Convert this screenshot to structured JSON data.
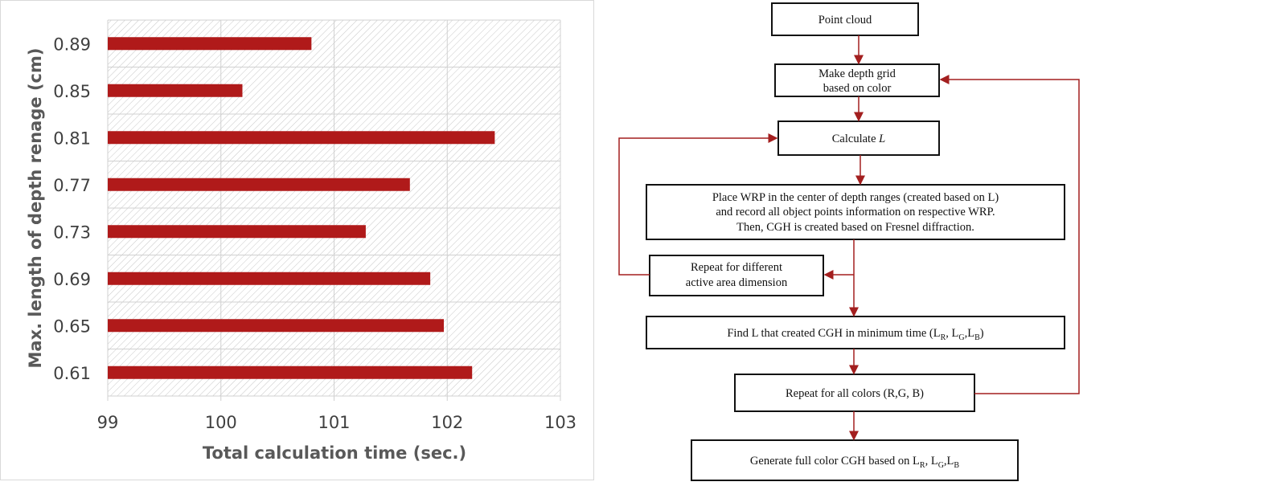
{
  "chart_data": {
    "type": "bar",
    "orientation": "horizontal",
    "categories": [
      "0.61",
      "0.65",
      "0.69",
      "0.73",
      "0.77",
      "0.81",
      "0.85",
      "0.89"
    ],
    "values": [
      102.22,
      101.97,
      101.85,
      101.28,
      101.67,
      102.42,
      100.19,
      100.8
    ],
    "xlabel": "Total calculation time (sec.)",
    "ylabel": "Max. length of depth renage (cm)",
    "xlim": [
      99,
      103
    ],
    "xticks": [
      "99",
      "100",
      "101",
      "102",
      "103"
    ],
    "bar_color": "#b01a1a",
    "grid": true,
    "legend": "none"
  },
  "flowchart": {
    "point_cloud": "Point cloud",
    "depth_grid_1": "Make depth grid",
    "depth_grid_2": "based on color",
    "calc_prefix": "Calculate ",
    "calc_var": "L",
    "place_1": "Place WRP in the center of depth ranges (created based on L)",
    "place_2": "and record all object points information on respective WRP.",
    "place_3": "Then, CGH is created based on Fresnel diffraction.",
    "repeat_area_1": "Repeat for different",
    "repeat_area_2": "active area dimension",
    "find_text": "Find L that created CGH in minimum time (L",
    "sub_R": "R",
    "sub_G": "G",
    "sub_B": "B",
    "comma": ", L",
    "comma2": ",L",
    "close_paren": ")",
    "repeat_colors": "Repeat for all colors (R,G, B)",
    "generate_text": "Generate full color CGH based on L",
    "arrow_color": "#a31f1f"
  }
}
